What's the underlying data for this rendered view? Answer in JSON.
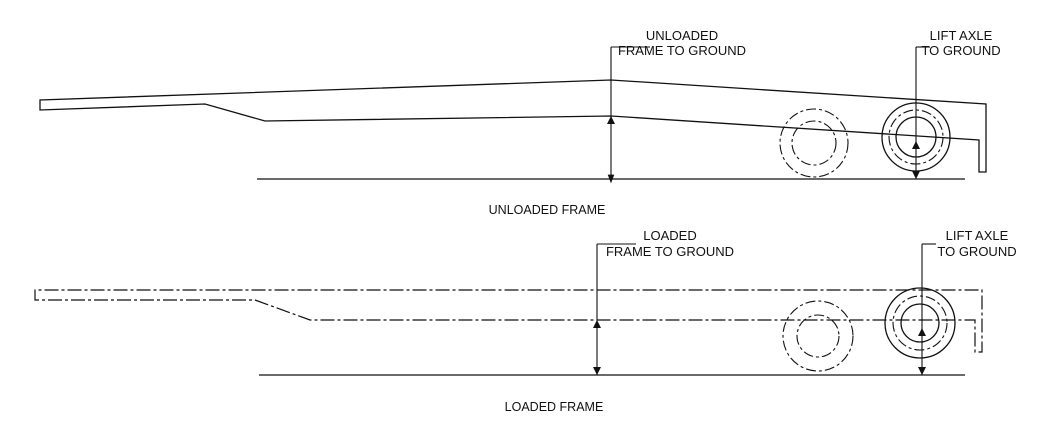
{
  "unloaded": {
    "frame_label_line1": "UNLOADED",
    "frame_label_line2": "FRAME TO GROUND",
    "axle_label_line1": "LIFT AXLE",
    "axle_label_line2": "TO GROUND",
    "caption": "UNLOADED FRAME"
  },
  "loaded": {
    "frame_label_line1": "LOADED",
    "frame_label_line2": "FRAME TO GROUND",
    "axle_label_line1": "LIFT AXLE",
    "axle_label_line2": "TO GROUND",
    "caption": "LOADED FRAME"
  }
}
